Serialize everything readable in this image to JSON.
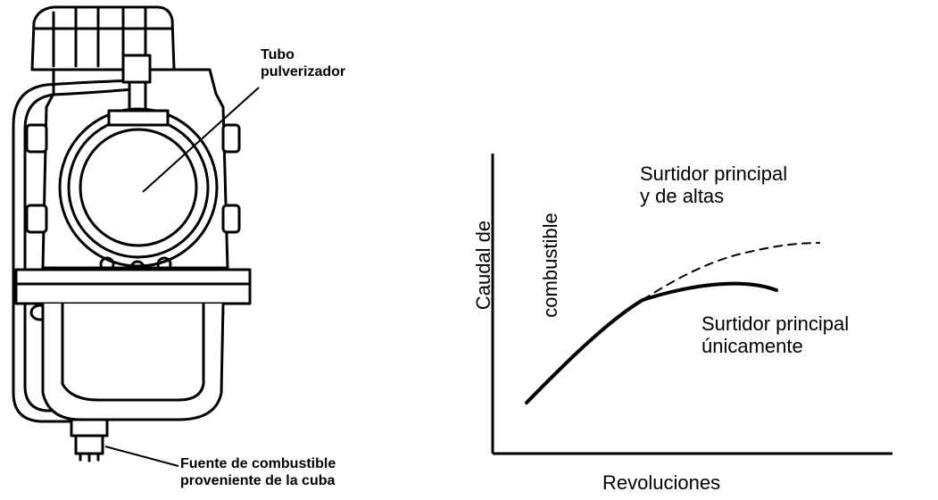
{
  "carburetor": {
    "label_tube_line1": "Tubo",
    "label_tube_line2": "pulverizador",
    "label_source_line1": "Fuente de combustible",
    "label_source_line2": "proveniente de la cuba"
  },
  "chart": {
    "ylabel_line1": "Caudal de",
    "ylabel_line2": "combustible",
    "xlabel": "Revoluciones",
    "curve_high_line1": "Surtidor principal",
    "curve_high_line2": "y de altas",
    "curve_main_line1": "Surtidor principal",
    "curve_main_line2": "únicamente"
  },
  "colors": {
    "ink": "#000000",
    "background": "#ffffff"
  }
}
